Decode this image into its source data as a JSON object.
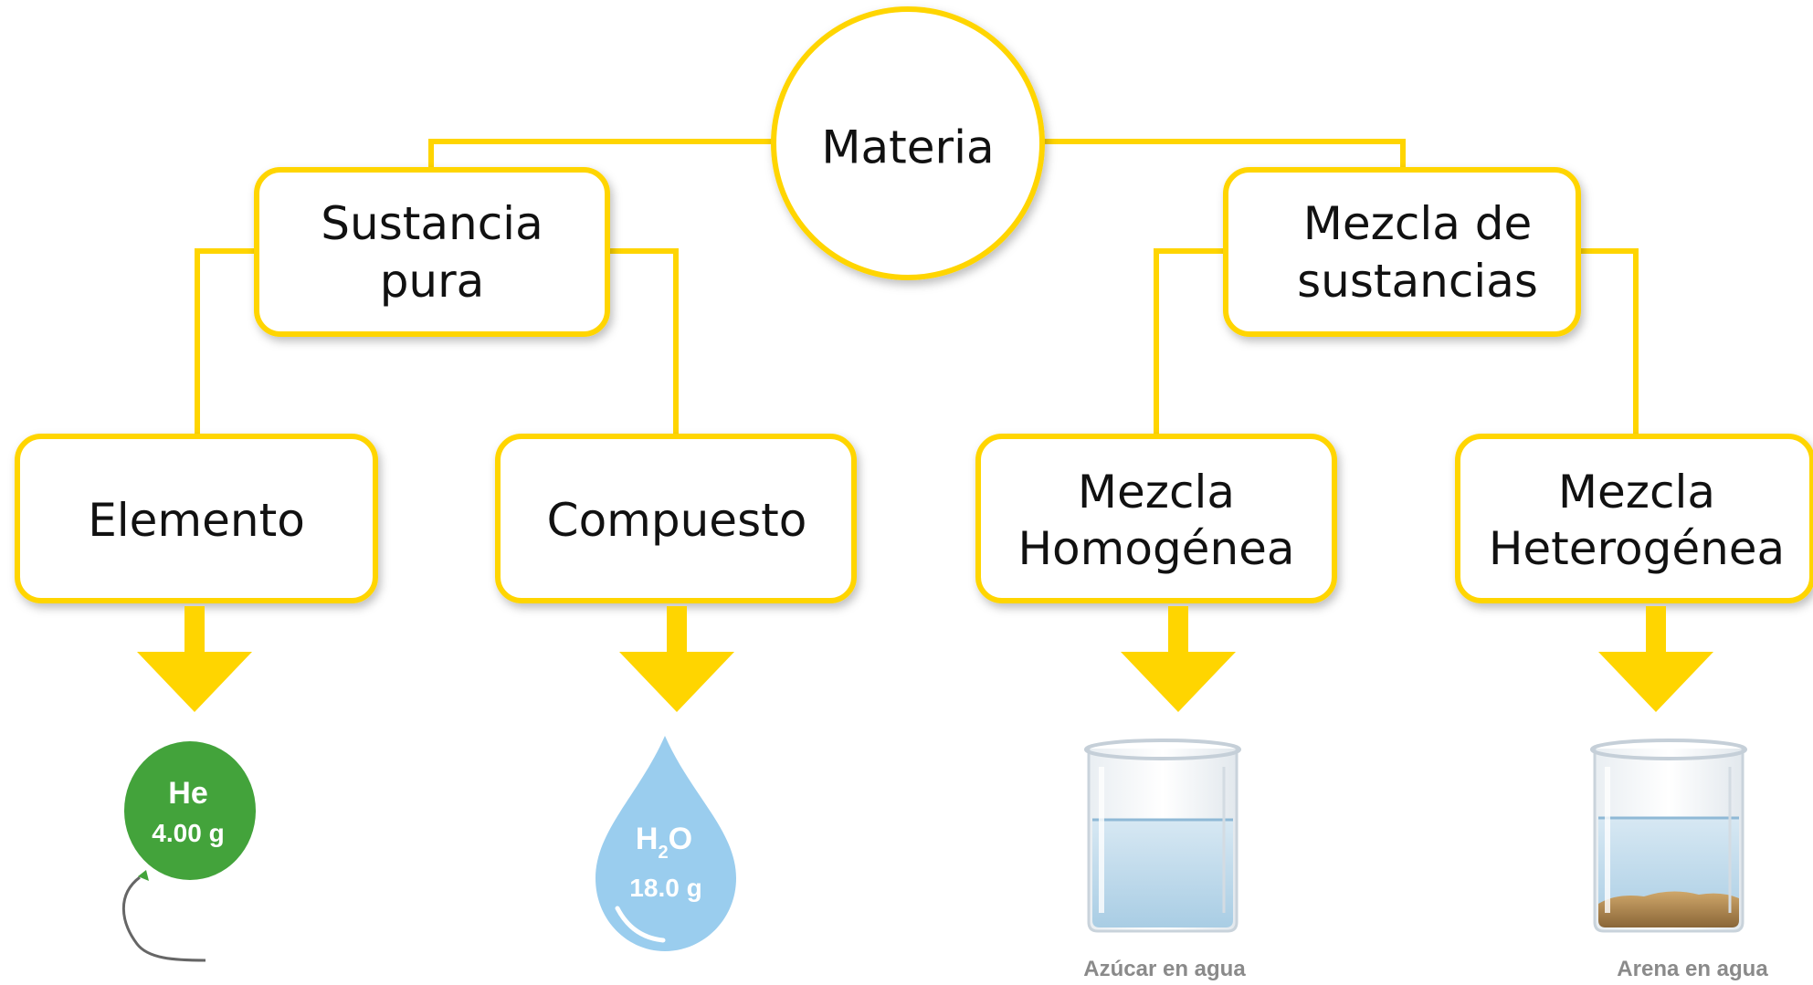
{
  "colors": {
    "accent": "#FFD500",
    "helium_balloon": "#43A33B",
    "water_drop": "#9ACDEE",
    "caption": "#8a8a8a"
  },
  "root": {
    "label": "Materia"
  },
  "branches": {
    "pure": {
      "line1": "Sustancia",
      "line2": "pura"
    },
    "mixture": {
      "line1": "Mezcla de",
      "line2": "sustancias"
    }
  },
  "leaves": {
    "element": {
      "label": "Elemento"
    },
    "compound": {
      "label": "Compuesto"
    },
    "homogeneous": {
      "line1": "Mezcla",
      "line2": "Homogénea"
    },
    "heterogeneous": {
      "line1": "Mezcla",
      "line2": "Heterogénea"
    }
  },
  "examples": {
    "helium": {
      "symbol": "He",
      "mass": "4.00 g",
      "icon": "balloon-icon"
    },
    "water": {
      "symbol": "H",
      "subscript": "2",
      "symbol_tail": "O",
      "mass": "18.0 g",
      "icon": "water-drop-icon"
    },
    "sugar_water": {
      "caption": "Azúcar en agua",
      "icon": "beaker-icon"
    },
    "sand_water": {
      "caption": "Arena en agua",
      "icon": "beaker-icon"
    }
  }
}
